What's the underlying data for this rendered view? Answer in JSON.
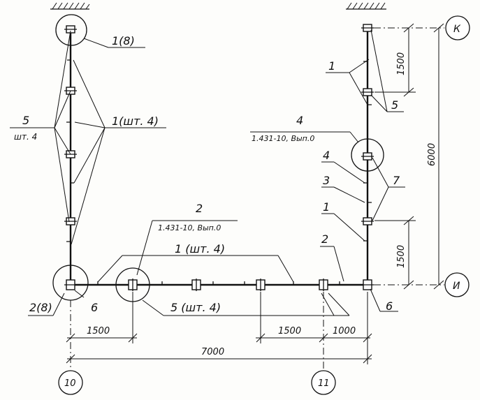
{
  "labels": {
    "top_left_item": "1(8)",
    "left_item_5": "5",
    "left_item_5_qty": "шт. 4",
    "left_bracket_1": "1(шт. 4)",
    "right_top_1": "1",
    "right_top_5": "5",
    "right_item_4": "4",
    "right_item_4_ref": "1.431-10, Вып.0",
    "right_item_4b": "4",
    "right_item_3": "3",
    "right_item_1b": "1",
    "right_item_7": "7",
    "right_item_2": "2",
    "right_item_6": "6",
    "bottom_item_2": "2",
    "bottom_item_2_ref": "1.431-10, Вып.0",
    "bottom_bracket_1": "1 (шт. 4)",
    "bottom_item_5": "5 (шт. 4)",
    "left_item_2": "2(8)",
    "left_item_6": "6"
  },
  "axes": {
    "top": "К",
    "bottom": "И",
    "left_col": "10",
    "right_col": "11"
  },
  "dimensions": {
    "right_upper": "1500",
    "right_overall": "6000",
    "right_lower": "1500",
    "bottom_left": "1500",
    "bottom_mid": "1500",
    "bottom_right": "1000",
    "total": "7000"
  }
}
